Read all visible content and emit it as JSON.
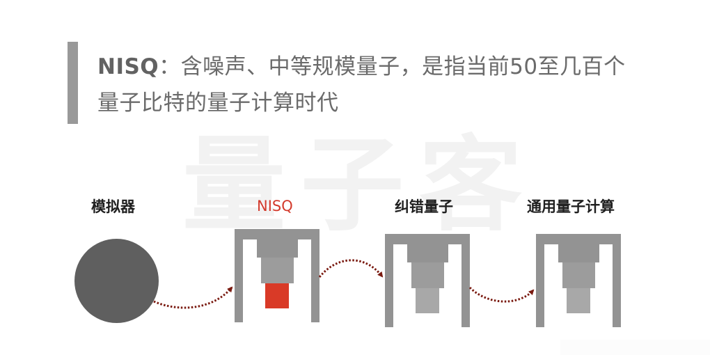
{
  "headline": {
    "term": "NISQ",
    "separator": "：",
    "line1_rest": "含噪声、中等规模量子，是指当前50至几百个",
    "line2": "量子比特的量子计算时代"
  },
  "watermark": "量子客",
  "stages": [
    {
      "label": "模拟器",
      "shape": "circle",
      "color": "#5f5f5f"
    },
    {
      "label": "NISQ",
      "shape": "device",
      "highlight_color": "#d93a27",
      "label_color": "#d33a2c"
    },
    {
      "label": "纠错量子",
      "shape": "device"
    },
    {
      "label": "通用量子计算",
      "shape": "device"
    }
  ],
  "colors": {
    "accent_bar": "#999999",
    "headline_text": "#6a6a6a",
    "device_frame": "#939393",
    "device_tier2": "#9c9c9c",
    "device_tier3": "#a8a8a8",
    "nisq_red": "#d93a27",
    "arrow": "#7a1a10"
  }
}
